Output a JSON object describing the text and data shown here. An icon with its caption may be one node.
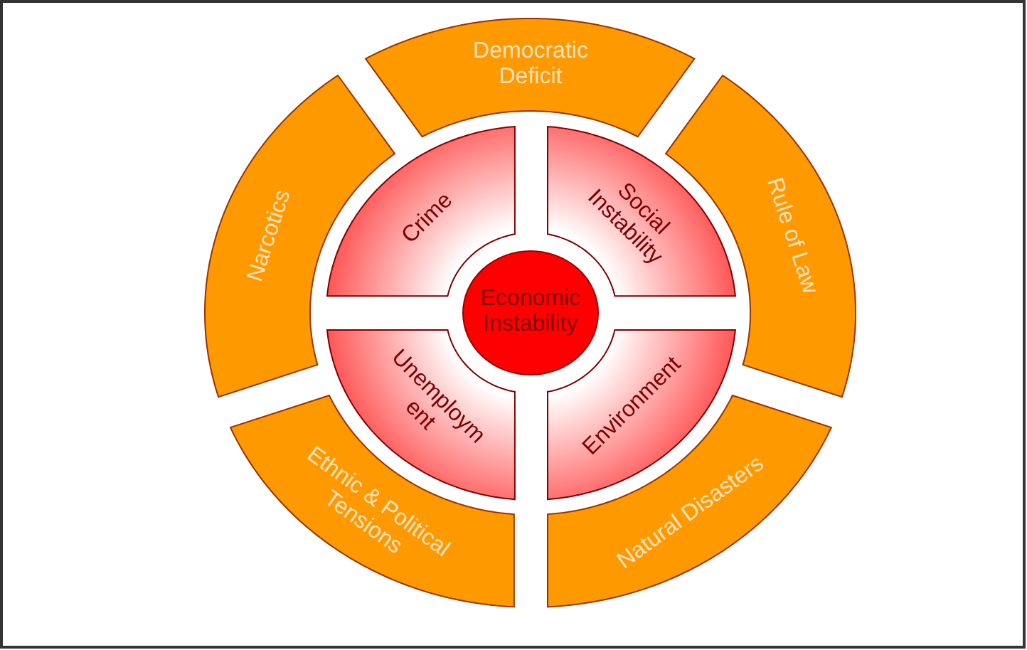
{
  "diagram": {
    "nodes": [
      {
        "text": [
          "Democratic Deficit"
        ]
      },
      {
        "text": [
          "Narcotics"
        ]
      },
      {
        "text": [
          "Rule of Law"
        ]
      },
      {
        "text": [
          "Crime"
        ]
      },
      {
        "text": [
          "Social Instability"
        ]
      },
      {
        "text": [
          "Economic Instability"
        ]
      },
      {
        "text": [
          "Unemploym ent"
        ]
      },
      {
        "text": [
          "Environment"
        ]
      },
      {
        "text": [
          "Ethnic & Political Tensions"
        ]
      },
      {
        "text": [
          "Natural Disasters"
        ]
      }
    ]
  }
}
